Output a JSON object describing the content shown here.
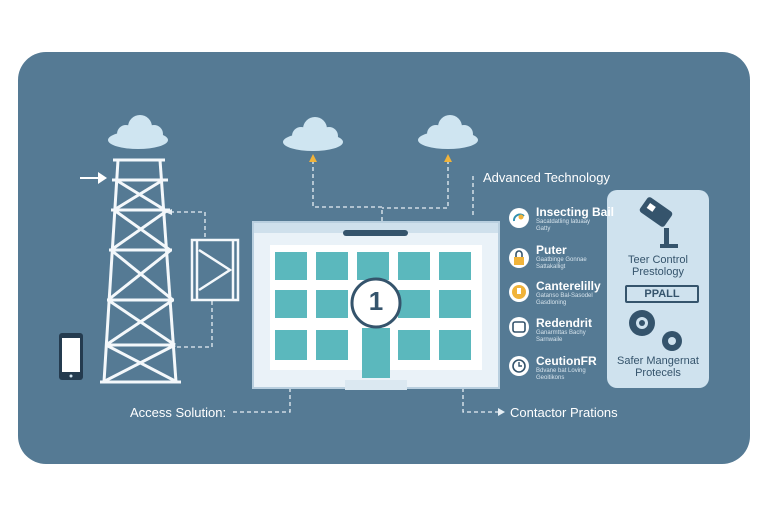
{
  "labels": {
    "access": "Access Solution:",
    "contactor": "Contactor Prations",
    "advanced": "Advanced Technology"
  },
  "building": {
    "badge_number": "1"
  },
  "features": [
    {
      "icon": "fingerprint-icon",
      "title": "Insecting Bail",
      "sub": [
        "Sacatdatling latuaay",
        "Gatty"
      ]
    },
    {
      "icon": "lock-icon",
      "title": "Puter",
      "sub": [
        "Gaatbinge Gonnae",
        "Sattakalligt"
      ]
    },
    {
      "icon": "bell-icon",
      "title": "Canterelilly",
      "sub": [
        "Gatanso Bal-Sasodel",
        "Gasdloning"
      ]
    },
    {
      "icon": "camera-icon",
      "title": "Redendrit",
      "sub": [
        "Ganarmttas Bachy",
        "Sarnwaile"
      ]
    },
    {
      "icon": "clock-icon",
      "title": "CeutionFR",
      "sub": [
        "Bdvane bat Loving",
        "Geoitikons"
      ]
    }
  ],
  "card": {
    "title_line1": "Teer Control",
    "title_line2": "Prestology",
    "badge": "PPALL",
    "bottom_line1": "Safer Mangernat",
    "bottom_line2": "Protecels"
  },
  "colors": {
    "panel": "#557a94",
    "window": "#5bb8bd",
    "card": "#cfe2ee",
    "arrow": "#f0b33a"
  }
}
